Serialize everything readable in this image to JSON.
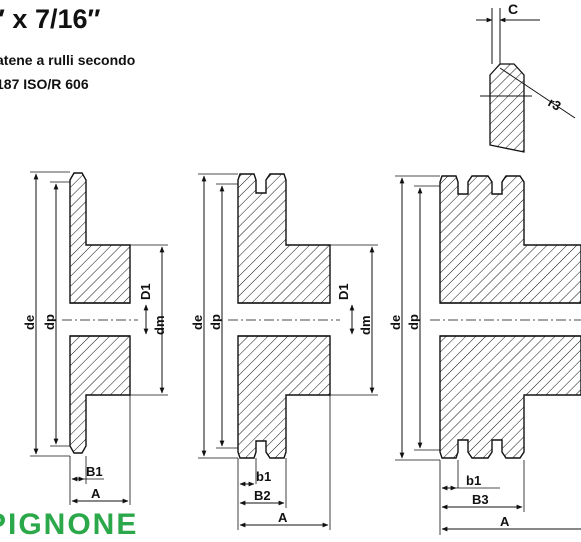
{
  "header": {
    "title": "″ x 7/16″",
    "subtitle_line1": "atene a rulli secondo",
    "subtitle_line2": "187 ISO/R 606"
  },
  "footer": {
    "brand_partial": "PIGNONE"
  },
  "labels": {
    "de": "de",
    "dp": "dp",
    "dm": "dm",
    "D1": "D1",
    "A": "A",
    "B1": "B1",
    "B2": "B2",
    "B3": "B3",
    "b1": "b1",
    "C": "C",
    "r3": "r3"
  }
}
